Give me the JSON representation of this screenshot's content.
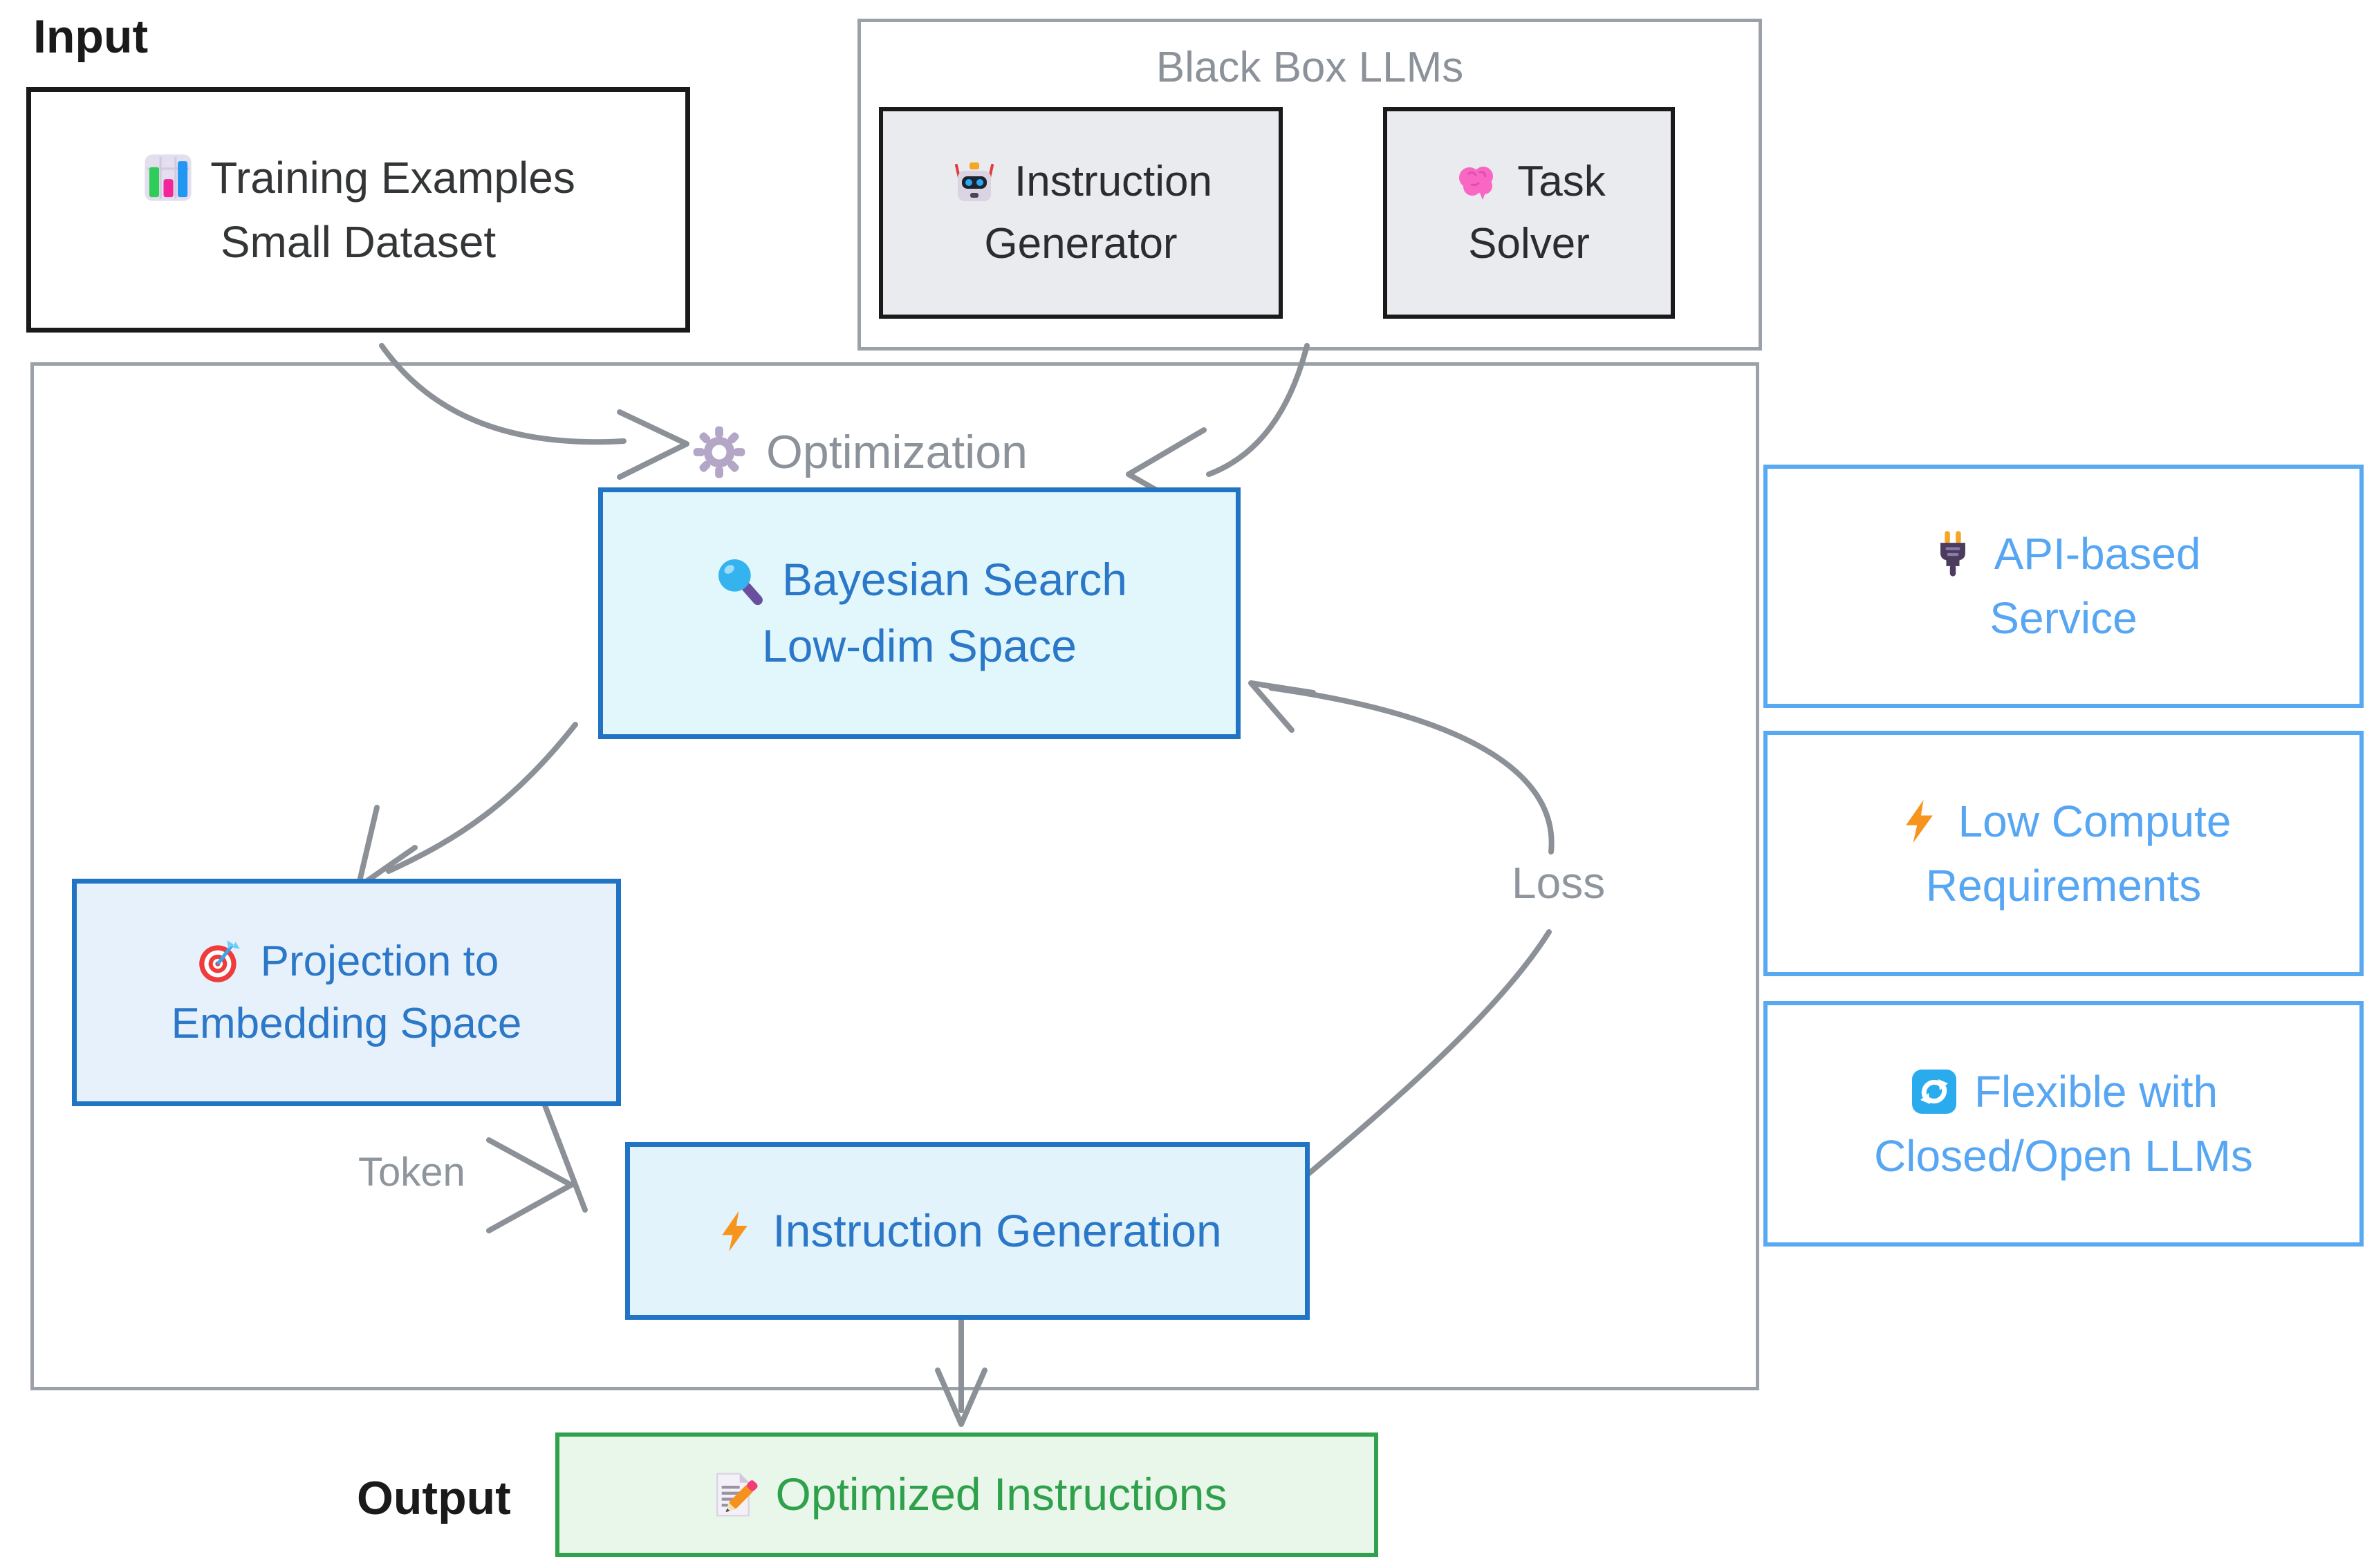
{
  "labels": {
    "input": "Input",
    "output": "Output",
    "token": "Token",
    "loss": "Loss"
  },
  "nodes": {
    "training": {
      "line1": "Training Examples",
      "line2": "Small Dataset",
      "icon": "bar-chart-icon"
    },
    "blackbox": {
      "title": "Black Box LLMs",
      "instruction_generator": {
        "line1": "Instruction",
        "line2": "Generator",
        "icon": "robot-icon"
      },
      "task_solver": {
        "line1": "Task",
        "line2": "Solver",
        "icon": "brain-icon"
      }
    },
    "optimization": {
      "title": "Optimization",
      "icon": "gear-icon",
      "bayesian": {
        "line1": "Bayesian Search",
        "line2": "Low-dim Space",
        "icon": "magnifier-icon"
      },
      "projection": {
        "line1": "Projection to",
        "line2": "Embedding Space",
        "icon": "target-icon"
      },
      "instruction_generation": {
        "label": "Instruction Generation",
        "icon": "lightning-icon"
      }
    },
    "features": [
      {
        "line1": "API-based",
        "line2": "Service",
        "icon": "plug-icon"
      },
      {
        "line1": "Low Compute",
        "line2": "Requirements",
        "icon": "lightning-icon"
      },
      {
        "line1": "Flexible with",
        "line2": "Closed/Open LLMs",
        "icon": "refresh-icon"
      }
    ],
    "output_node": {
      "label": "Optimized Instructions",
      "icon": "memo-icon"
    }
  },
  "colors": {
    "blue_border": "#2173c4",
    "blue_text": "#2b77c8",
    "light_blue_border": "#58a9f2",
    "light_blue_text": "#57a6f3",
    "green_border": "#31a24c",
    "green_text": "#2fa04b",
    "gray_border": "#9aa1a8",
    "gray_text": "#8b929a",
    "arrow_gray": "#8b9197",
    "bayesian_fill": "#e2f7fb",
    "projection_fill": "#e7f1fb",
    "instruction_fill": "#e2f3fc",
    "gray_node_fill": "#e9ebee",
    "green_fill": "#e9f6ea"
  }
}
